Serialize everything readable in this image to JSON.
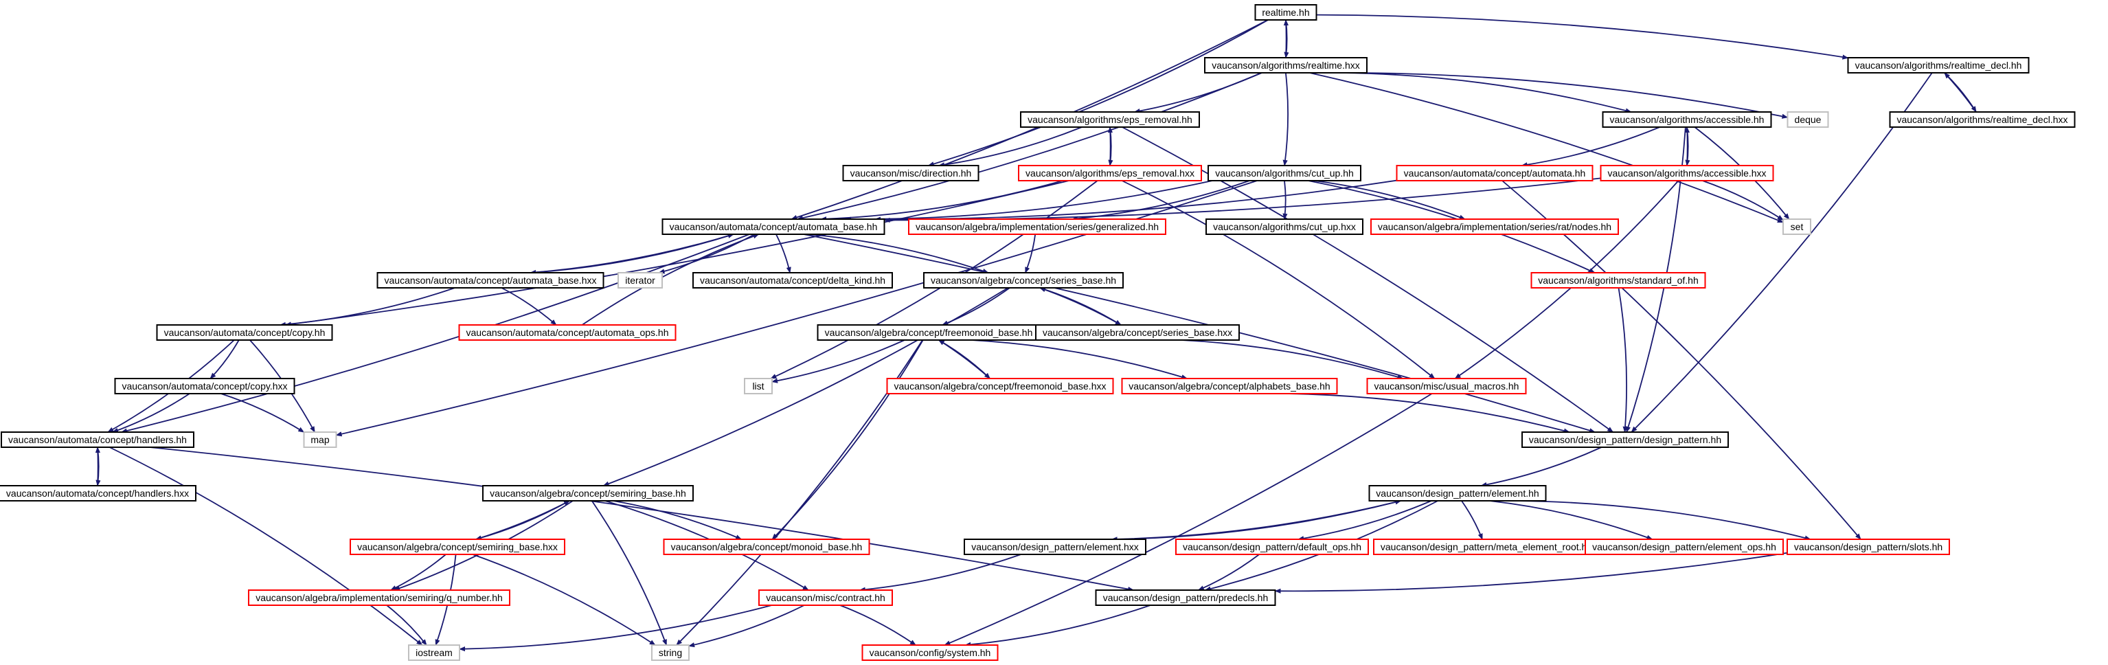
{
  "colors": {
    "edge": "#191970",
    "normal": "#000000",
    "red": "#ff0000",
    "missing": "#bfbfbf",
    "root_fill": "#bfbfbf"
  },
  "nodes": [
    {
      "id": "realtime_hh",
      "label": "realtime.hh",
      "style": "root"
    },
    {
      "id": "alg_realtime_hxx",
      "label": "vaucanson/algorithms/realtime.hxx",
      "style": "normal"
    },
    {
      "id": "alg_realtime_decl_hh",
      "label": "vaucanson/algorithms/realtime_decl.hh",
      "style": "normal"
    },
    {
      "id": "alg_realtime_decl_hxx",
      "label": "vaucanson/algorithms/realtime_decl.hxx",
      "style": "normal"
    },
    {
      "id": "alg_eps_removal_hh",
      "label": "vaucanson/algorithms/eps_removal.hh",
      "style": "normal"
    },
    {
      "id": "alg_accessible_hh",
      "label": "vaucanson/algorithms/accessible.hh",
      "style": "normal"
    },
    {
      "id": "deque",
      "label": "deque",
      "style": "missing"
    },
    {
      "id": "misc_direction",
      "label": "vaucanson/misc/direction.hh",
      "style": "normal"
    },
    {
      "id": "alg_eps_removal_hxx",
      "label": "vaucanson/algorithms/eps_removal.hxx",
      "style": "red"
    },
    {
      "id": "alg_cut_up_hh",
      "label": "vaucanson/algorithms/cut_up.hh",
      "style": "normal"
    },
    {
      "id": "aut_concept_automata_hh",
      "label": "vaucanson/automata/concept/automata.hh",
      "style": "red"
    },
    {
      "id": "alg_accessible_hxx",
      "label": "vaucanson/algorithms/accessible.hxx",
      "style": "red"
    },
    {
      "id": "set",
      "label": "set",
      "style": "missing"
    },
    {
      "id": "aut_automata_base_hh",
      "label": "vaucanson/automata/concept/automata_base.hh",
      "style": "normal"
    },
    {
      "id": "alg_series_generalized",
      "label": "vaucanson/algebra/implementation/series/generalized.hh",
      "style": "red"
    },
    {
      "id": "alg_cut_up_hxx",
      "label": "vaucanson/algorithms/cut_up.hxx",
      "style": "normal"
    },
    {
      "id": "alg_series_rat_nodes",
      "label": "vaucanson/algebra/implementation/series/rat/nodes.hh",
      "style": "red"
    },
    {
      "id": "aut_automata_base_hxx",
      "label": "vaucanson/automata/concept/automata_base.hxx",
      "style": "normal"
    },
    {
      "id": "iterator",
      "label": "iterator",
      "style": "missing"
    },
    {
      "id": "aut_delta_kind",
      "label": "vaucanson/automata/concept/delta_kind.hh",
      "style": "normal"
    },
    {
      "id": "alg_series_base_hh",
      "label": "vaucanson/algebra/concept/series_base.hh",
      "style": "normal"
    },
    {
      "id": "alg_standard_of",
      "label": "vaucanson/algorithms/standard_of.hh",
      "style": "red"
    },
    {
      "id": "aut_copy_hh",
      "label": "vaucanson/automata/concept/copy.hh",
      "style": "normal"
    },
    {
      "id": "aut_automata_ops",
      "label": "vaucanson/automata/concept/automata_ops.hh",
      "style": "red"
    },
    {
      "id": "alg_freemonoid_base_hh",
      "label": "vaucanson/algebra/concept/freemonoid_base.hh",
      "style": "normal"
    },
    {
      "id": "alg_series_base_hxx",
      "label": "vaucanson/algebra/concept/series_base.hxx",
      "style": "normal"
    },
    {
      "id": "list",
      "label": "list",
      "style": "missing"
    },
    {
      "id": "alg_freemonoid_base_hxx",
      "label": "vaucanson/algebra/concept/freemonoid_base.hxx",
      "style": "red"
    },
    {
      "id": "alg_alphabets_base",
      "label": "vaucanson/algebra/concept/alphabets_base.hh",
      "style": "red"
    },
    {
      "id": "misc_usual_macros",
      "label": "vaucanson/misc/usual_macros.hh",
      "style": "red"
    },
    {
      "id": "aut_copy_hxx",
      "label": "vaucanson/automata/concept/copy.hxx",
      "style": "normal"
    },
    {
      "id": "map",
      "label": "map",
      "style": "missing"
    },
    {
      "id": "aut_handlers_hh",
      "label": "vaucanson/automata/concept/handlers.hh",
      "style": "normal"
    },
    {
      "id": "dp_design_pattern",
      "label": "vaucanson/design_pattern/design_pattern.hh",
      "style": "normal"
    },
    {
      "id": "aut_handlers_hxx",
      "label": "vaucanson/automata/concept/handlers.hxx",
      "style": "normal"
    },
    {
      "id": "dp_element_hh",
      "label": "vaucanson/design_pattern/element.hh",
      "style": "normal"
    },
    {
      "id": "alg_semiring_base_hh",
      "label": "vaucanson/algebra/concept/semiring_base.hh",
      "style": "normal"
    },
    {
      "id": "alg_semiring_base_hxx",
      "label": "vaucanson/algebra/concept/semiring_base.hxx",
      "style": "red"
    },
    {
      "id": "alg_monoid_base",
      "label": "vaucanson/algebra/concept/monoid_base.hh",
      "style": "red"
    },
    {
      "id": "dp_element_hxx",
      "label": "vaucanson/design_pattern/element.hxx",
      "style": "normal"
    },
    {
      "id": "dp_default_ops",
      "label": "vaucanson/design_pattern/default_ops.hh",
      "style": "red"
    },
    {
      "id": "dp_meta_element_root",
      "label": "vaucanson/design_pattern/meta_element_root.hh",
      "style": "red"
    },
    {
      "id": "dp_element_ops",
      "label": "vaucanson/design_pattern/element_ops.hh",
      "style": "red"
    },
    {
      "id": "dp_slots",
      "label": "vaucanson/design_pattern/slots.hh",
      "style": "red"
    },
    {
      "id": "alg_q_number",
      "label": "vaucanson/algebra/implementation/semiring/q_number.hh",
      "style": "red"
    },
    {
      "id": "misc_contract",
      "label": "vaucanson/misc/contract.hh",
      "style": "red"
    },
    {
      "id": "dp_predecls",
      "label": "vaucanson/design_pattern/predecls.hh",
      "style": "normal"
    },
    {
      "id": "iostream",
      "label": "iostream",
      "style": "missing"
    },
    {
      "id": "string",
      "label": "string",
      "style": "missing"
    },
    {
      "id": "config_system",
      "label": "vaucanson/config/system.hh",
      "style": "red"
    }
  ]
}
